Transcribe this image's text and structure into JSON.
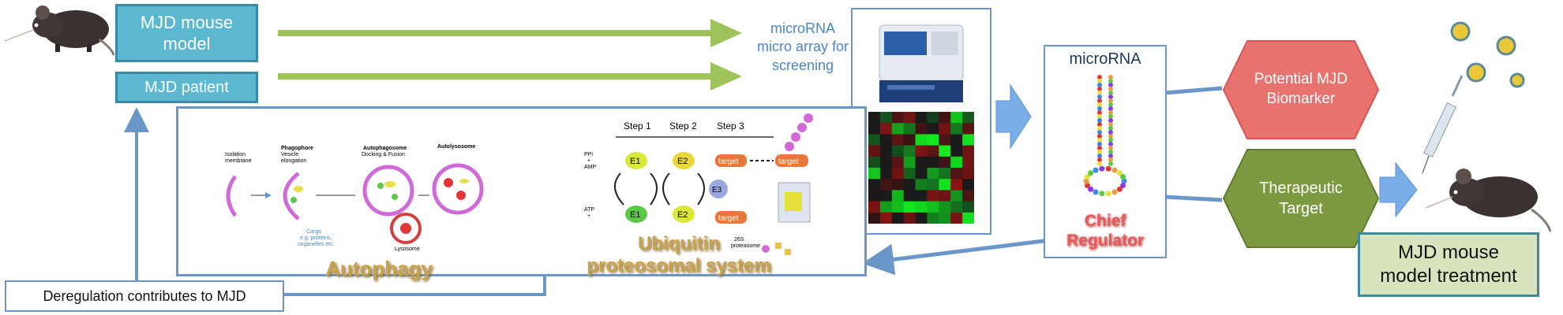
{
  "top": {
    "mjd_mouse_model": "MJD mouse\nmodel",
    "mjd_patient": "MJD patient",
    "microarray": "microRNA\nmicro array for\nscreening"
  },
  "degradation": {
    "autophagy_label": "Autophagy",
    "ups_label": "Ubiquitin\nproteosomal system",
    "autophagy_stages": [
      "Isolation\nmembrane",
      "Phagophore",
      "Vesicle\nelongation",
      "Autophagosome",
      "Docking & Fusion",
      "Autolysosome",
      "Lysosome",
      "Cargo\ne.g. proteins,\norganelles etc."
    ],
    "ups_steps": [
      "Step 1",
      "Step 2",
      "Step 3"
    ],
    "ups_nodes": [
      "PPi\n+\nAMP",
      "ATP\n+",
      "E1",
      "E2",
      "target",
      "E3",
      "target",
      "26S\nproteasome",
      "E1",
      "E2",
      "target"
    ]
  },
  "regulator": {
    "title": "microRNA",
    "chief": "Chief\nRegulator"
  },
  "outcomes": {
    "biomarker": "Potential MJD\nBiomarker",
    "target": "Therapeutic\nTarget",
    "treatment": "MJD mouse\nmodel treatment"
  },
  "feedback": {
    "deregulation": "Deregulation contributes to MJD"
  },
  "colors": {
    "teal": "#5bb8d0",
    "green_arrow": "#9dc35a",
    "blue_arrow": "#6b97c8",
    "biomarker": "#e8736e",
    "target": "#7d9a41",
    "treatment": "#d7e4bd"
  }
}
